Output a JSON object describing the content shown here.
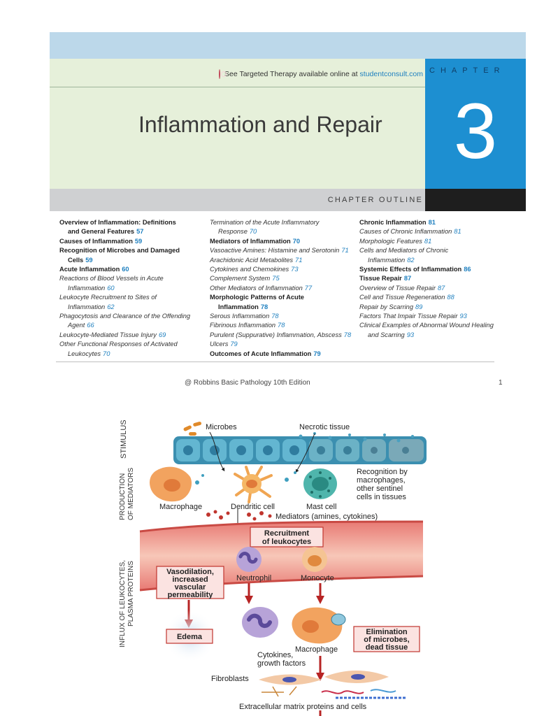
{
  "header": {
    "targeted_text": "See Targeted Therapy available online at",
    "targeted_link": "studentconsult.com",
    "chapter_word": "CHAPTER",
    "chapter_number": "3",
    "title": "Inflammation and Repair",
    "outline_label": "CHAPTER OUTLINE"
  },
  "toc": {
    "col1": [
      {
        "text": "Overview of Inflammation: Definitions",
        "page": "",
        "style": "b",
        "indent": false
      },
      {
        "text": "and General Features",
        "page": "57",
        "style": "b",
        "indent": true
      },
      {
        "text": "Causes of Inflammation",
        "page": "59",
        "style": "b",
        "indent": false
      },
      {
        "text": "Recognition of Microbes and Damaged",
        "page": "",
        "style": "b",
        "indent": false
      },
      {
        "text": "Cells",
        "page": "59",
        "style": "b",
        "indent": true
      },
      {
        "text": "Acute Inflammation",
        "page": "60",
        "style": "b",
        "indent": false
      },
      {
        "text": "Reactions of Blood Vessels in Acute",
        "page": "",
        "style": "i",
        "indent": false
      },
      {
        "text": "Inflammation",
        "page": "60",
        "style": "i",
        "indent": true
      },
      {
        "text": "Leukocyte Recruitment to Sites of",
        "page": "",
        "style": "i",
        "indent": false
      },
      {
        "text": "Inflammation",
        "page": "62",
        "style": "i",
        "indent": true
      },
      {
        "text": "Phagocytosis and Clearance of the Offending",
        "page": "",
        "style": "i",
        "indent": false
      },
      {
        "text": "Agent",
        "page": "66",
        "style": "i",
        "indent": true
      },
      {
        "text": "Leukocyte-Mediated Tissue Injury",
        "page": "69",
        "style": "i",
        "indent": false
      },
      {
        "text": "Other Functional Responses of Activated",
        "page": "",
        "style": "i",
        "indent": false
      },
      {
        "text": "Leukocytes",
        "page": "70",
        "style": "i",
        "indent": true
      }
    ],
    "col2": [
      {
        "text": "Termination of the Acute Inflammatory",
        "page": "",
        "style": "i",
        "indent": false
      },
      {
        "text": "Response",
        "page": "70",
        "style": "i",
        "indent": true
      },
      {
        "text": "Mediators of Inflammation",
        "page": "70",
        "style": "b",
        "indent": false
      },
      {
        "text": "Vasoactive Amines: Histamine and Serotonin",
        "page": "71",
        "style": "i",
        "indent": false
      },
      {
        "text": "Arachidonic Acid Metabolites",
        "page": "71",
        "style": "i",
        "indent": false
      },
      {
        "text": "Cytokines and Chemokines",
        "page": "73",
        "style": "i",
        "indent": false
      },
      {
        "text": "Complement System",
        "page": "75",
        "style": "i",
        "indent": false
      },
      {
        "text": "Other Mediators of Inflammation",
        "page": "77",
        "style": "i",
        "indent": false
      },
      {
        "text": "Morphologic Patterns of Acute",
        "page": "",
        "style": "b",
        "indent": false
      },
      {
        "text": "Inflammation",
        "page": "78",
        "style": "b",
        "indent": true
      },
      {
        "text": "Serous Inflammation",
        "page": "78",
        "style": "i",
        "indent": false
      },
      {
        "text": "Fibrinous Inflammation",
        "page": "78",
        "style": "i",
        "indent": false
      },
      {
        "text": "Purulent (Suppurative) Inflammation, Abscess",
        "page": "78",
        "style": "i",
        "indent": false
      },
      {
        "text": "Ulcers",
        "page": "79",
        "style": "i",
        "indent": false
      },
      {
        "text": "Outcomes of Acute Inflammation",
        "page": "79",
        "style": "b",
        "indent": false
      }
    ],
    "col3": [
      {
        "text": "Chronic Inflammation",
        "page": "81",
        "style": "b",
        "indent": false
      },
      {
        "text": "Causes of Chronic Inflammation",
        "page": "81",
        "style": "i",
        "indent": false
      },
      {
        "text": "Morphologic Features",
        "page": "81",
        "style": "i",
        "indent": false
      },
      {
        "text": "Cells and Mediators of Chronic",
        "page": "",
        "style": "i",
        "indent": false
      },
      {
        "text": "Inflammation",
        "page": "82",
        "style": "i",
        "indent": true
      },
      {
        "text": "Systemic Effects of Inflammation",
        "page": "86",
        "style": "b",
        "indent": false
      },
      {
        "text": "Tissue Repair",
        "page": "87",
        "style": "b",
        "indent": false
      },
      {
        "text": "Overview of Tissue Repair",
        "page": "87",
        "style": "i",
        "indent": false
      },
      {
        "text": "Cell and Tissue Regeneration",
        "page": "88",
        "style": "i",
        "indent": false
      },
      {
        "text": "Repair by Scarring",
        "page": "89",
        "style": "i",
        "indent": false
      },
      {
        "text": "Factors That Impair Tissue Repair",
        "page": "93",
        "style": "i",
        "indent": false
      },
      {
        "text": "Clinical Examples of Abnormal Wound Healing",
        "page": "",
        "style": "i",
        "indent": false
      },
      {
        "text": "and Scarring",
        "page": "93",
        "style": "i",
        "indent": true
      }
    ]
  },
  "footer": {
    "text": "@ Robbins Basic Pathology 10th Edition",
    "page": "1"
  },
  "diagram": {
    "side_stimulus": "STIMULUS",
    "side_production_1": "PRODUCTION",
    "side_production_2": "OF MEDIATORS",
    "side_influx_1": "INFLUX OF LEUKOCYTES,",
    "side_influx_2": "PLASMA PROTEINS",
    "microbes": "Microbes",
    "necrotic": "Necrotic tissue",
    "recognition_1": "Recognition by",
    "recognition_2": "macrophages,",
    "recognition_3": "other sentinel",
    "recognition_4": "cells in tissues",
    "macrophage": "Macrophage",
    "dendritic": "Dendritic cell",
    "mast": "Mast cell",
    "mediators": "Mediators (amines, cytokines)",
    "recruitment_1": "Recruitment",
    "recruitment_2": "of leukocytes",
    "vaso_1": "Vasodilation,",
    "vaso_2": "increased",
    "vaso_3": "vascular",
    "vaso_4": "permeability",
    "neutrophil": "Neutrophil",
    "monocyte": "Monocyte",
    "edema": "Edema",
    "macrophage2": "Macrophage",
    "elim_1": "Elimination",
    "elim_2": "of microbes,",
    "elim_3": "dead tissue",
    "cytokines_1": "Cytokines,",
    "cytokines_2": "growth factors",
    "fibroblasts": "Fibroblasts",
    "ecm": "Extracellular matrix proteins and cells"
  }
}
